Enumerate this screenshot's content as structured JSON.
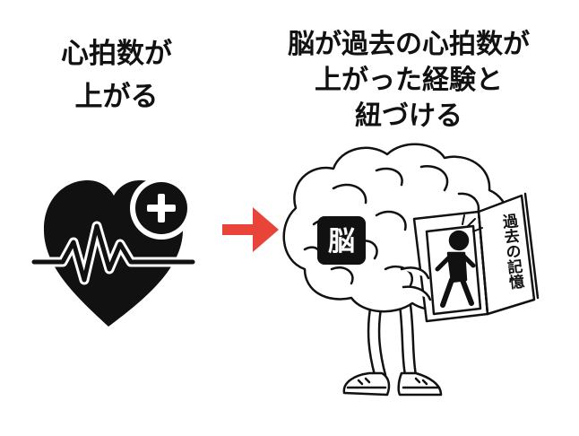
{
  "left_caption": {
    "line1": "心拍数が",
    "line2": "上がる"
  },
  "right_caption": {
    "line1": "脳が過去の心拍数が",
    "line2": "上がった経験と",
    "line3": "紐づける"
  },
  "brain_label": "脳",
  "book_title": "過去の記憶",
  "icons": {
    "left": "heart-pulse-plus-icon",
    "middle": "arrow-right-icon",
    "right": "brain-reading-book-illustration"
  },
  "colors": {
    "arrow": "#e8443a",
    "ink": "#111111"
  }
}
